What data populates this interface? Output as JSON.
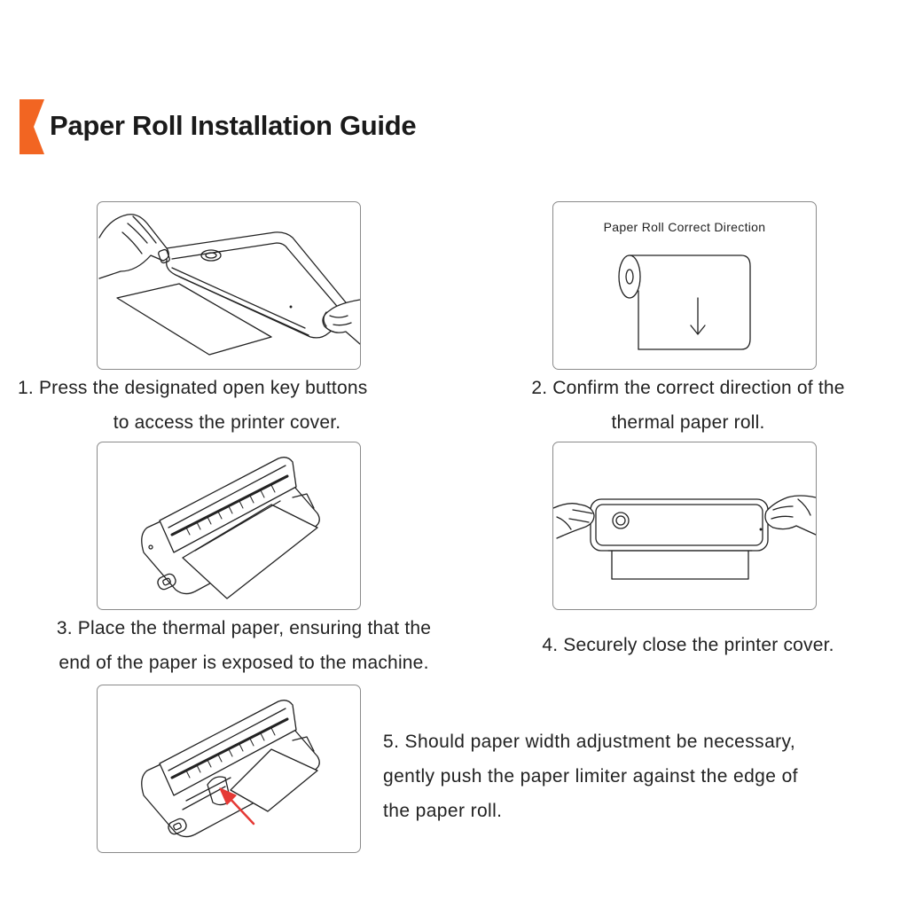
{
  "header": {
    "title": "Paper Roll Installation Guide",
    "accent_color": "#f26522"
  },
  "steps": [
    {
      "line1": "1. Press the designated open key buttons",
      "line2": "to access the printer cover.",
      "illustration": "hands-opening-printer-cover"
    },
    {
      "line1": "2. Confirm the correct direction of the",
      "line2": "thermal paper roll.",
      "illustration": "paper-roll-direction",
      "illustration_label": "Paper Roll Correct Direction"
    },
    {
      "line1": "3. Place the thermal paper, ensuring that the",
      "line2": "end of the paper is exposed to the machine.",
      "illustration": "paper-placed-in-open-printer"
    },
    {
      "line1": "4. Securely close the printer cover.",
      "illustration": "hands-closing-printer-cover"
    },
    {
      "line1": "5. Should paper width adjustment be necessary,",
      "line2": "gently push the paper limiter against the edge of",
      "line3": "the paper roll.",
      "illustration": "paper-limiter-adjustment",
      "pointer_color": "#e53935"
    }
  ]
}
